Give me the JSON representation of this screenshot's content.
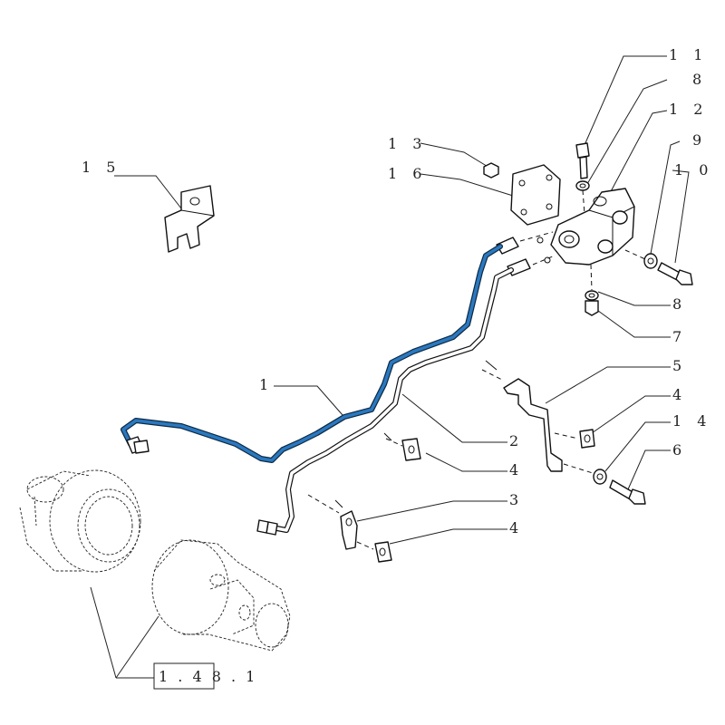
{
  "callouts": [
    {
      "id": "c11",
      "label": "1 1"
    },
    {
      "id": "c8a",
      "label": "8"
    },
    {
      "id": "c12",
      "label": "1 2"
    },
    {
      "id": "c9",
      "label": "9"
    },
    {
      "id": "c10",
      "label": "1 0"
    },
    {
      "id": "c13",
      "label": "1 3"
    },
    {
      "id": "c16",
      "label": "1 6"
    },
    {
      "id": "c15",
      "label": "1 5"
    },
    {
      "id": "c8b",
      "label": "8"
    },
    {
      "id": "c7",
      "label": "7"
    },
    {
      "id": "c5",
      "label": "5"
    },
    {
      "id": "c1",
      "label": "1"
    },
    {
      "id": "c4a",
      "label": "4"
    },
    {
      "id": "c2",
      "label": "2"
    },
    {
      "id": "c14",
      "label": "1 4"
    },
    {
      "id": "c4b",
      "label": "4"
    },
    {
      "id": "c6",
      "label": "6"
    },
    {
      "id": "c3",
      "label": "3"
    },
    {
      "id": "c4c",
      "label": "4"
    }
  ],
  "reference": {
    "label": "1 . 4 8 . 1"
  },
  "colors": {
    "highlight_pipe": "#2b78bf",
    "line": "#111111"
  }
}
